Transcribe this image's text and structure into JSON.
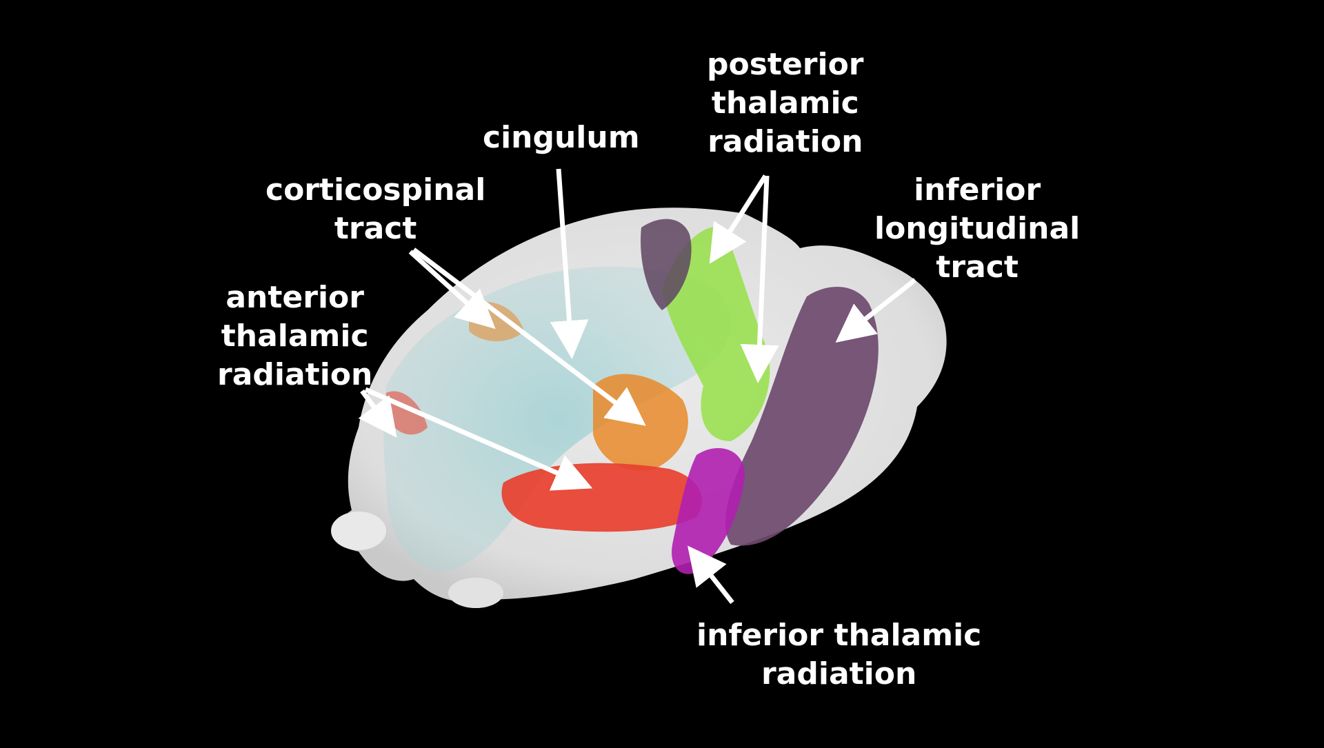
{
  "figure": {
    "background": "#000000",
    "brain_surface_color": "#e6e6e6",
    "arrow_color": "#ffffff",
    "tracts": [
      {
        "id": "cingulum",
        "lines": [
          "cingulum"
        ],
        "color": "#a9d4d6"
      },
      {
        "id": "corticospinal",
        "lines": [
          "corticospinal",
          "tract"
        ],
        "color": "#e8892a"
      },
      {
        "id": "anterior-thalamic",
        "lines": [
          "anterior",
          "thalamic",
          "radiation"
        ],
        "color": "#e8402f"
      },
      {
        "id": "posterior-thalamic",
        "lines": [
          "posterior",
          "thalamic",
          "radiation"
        ],
        "color": "#8fe03a"
      },
      {
        "id": "inferior-longitudinal",
        "lines": [
          "inferior",
          "longitudinal",
          "tract"
        ],
        "color": "#6e4a6e"
      },
      {
        "id": "inferior-thalamic",
        "lines": [
          "inferior thalamic",
          "radiation"
        ],
        "color": "#b01fb0"
      }
    ]
  }
}
